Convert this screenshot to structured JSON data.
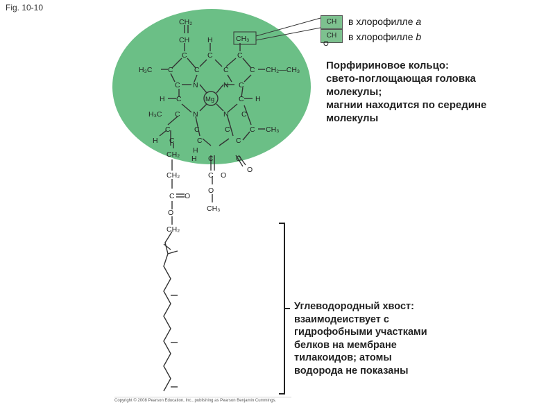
{
  "figure_label": "Fig. 10-10",
  "legend": {
    "a": {
      "formula": "CH",
      "text_prefix": "в хлорофилле ",
      "text_letter": "a"
    },
    "b": {
      "formula": "CH",
      "formula_sub": "O",
      "text_prefix": "в хлорофилле ",
      "text_letter": "b"
    }
  },
  "porphyrin_description": [
    "Порфириновое кольцо:",
    "свето-поглощающая головка",
    "молекулы;",
    "магнии находится по середине",
    "молекулы"
  ],
  "tail_description": [
    "Углеводородный хвост:",
    "взаимодеиствует с",
    "гидрофобными участками",
    "белков на мембране",
    "тилакоидов; атомы",
    "водорода не показаны"
  ],
  "structure": {
    "center_atom": "Mg",
    "nitrogen": "N",
    "carbon": "C",
    "hydrogen": "H",
    "oxygen": "O",
    "vinyl_top": "CH₂",
    "vinyl_ch": "CH",
    "ch3": "CH₃",
    "h3c": "H₃C",
    "ethyl": "CH₂—CH₃",
    "ch2": "CH₂",
    "ring_color": "#6bbf86"
  },
  "copyright": "Copyright © 2008 Pearson Education, Inc., publishing as Pearson Benjamin Cummings."
}
